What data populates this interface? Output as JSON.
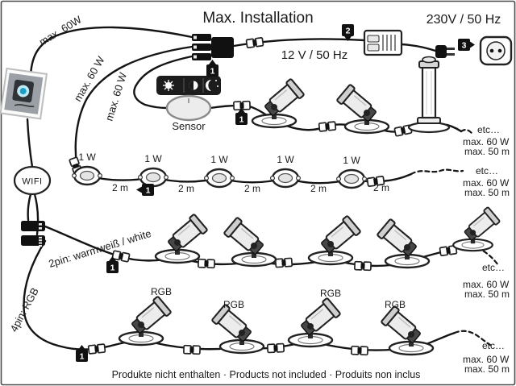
{
  "title": "Max. Installation",
  "power": {
    "mains_voltage": "230V / 50 Hz",
    "low_voltage": "12 V / 50 Hz"
  },
  "badges": {
    "one": "1",
    "two": "2",
    "three": "3"
  },
  "cable_labels": {
    "max_60w_top": "max. 60W",
    "max_60w_mid": "max. 60 W",
    "max_60w_low": "max. 60 W",
    "two_pin": "2pin: warmweiß / white",
    "four_pin": "4pin: RGB"
  },
  "components": {
    "sensor": "Sensor",
    "wifi": "WIFI",
    "rgb": "RGB"
  },
  "ground_lights": {
    "wattage": "1 W",
    "spacing": "2 m"
  },
  "continuation": {
    "etc": "etc…",
    "max_watt": "max. 60 W",
    "max_length": "max. 50 m"
  },
  "footer": "Produkte nicht enthalten · Products not included · Produits non inclus"
}
